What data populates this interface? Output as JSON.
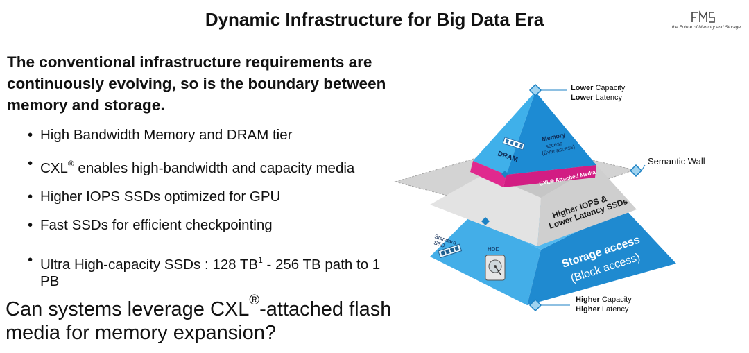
{
  "header": {
    "title": "Dynamic Infrastructure for Big Data Era",
    "logo_text": "the Future of Memory and Storage"
  },
  "intro": "The conventional infrastructure requirements are continuously evolving, so is the boundary between memory and storage.",
  "bullets": [
    {
      "text": "High Bandwidth Memory and DRAM tier"
    },
    {
      "pre": "CXL",
      "sup": "®",
      "post": " enables high-bandwidth and capacity media"
    },
    {
      "text": "Higher IOPS SSDs optimized for GPU"
    },
    {
      "text": "Fast SSDs for efficient checkpointing"
    },
    {
      "pre": "Ultra High-capacity SSDs : 128 TB",
      "sup": "1",
      "post": " - 256 TB path to 1 PB"
    }
  ],
  "question": {
    "pre": "Can systems leverage CXL",
    "sup": "®",
    "post": "-attached flash media for memory expansion?"
  },
  "pyramid": {
    "top_note": {
      "bold1": "Lower",
      "rest1": " Capacity",
      "bold2": "Lower",
      "rest2": " Latency"
    },
    "bottom_note": {
      "bold1": "Higher",
      "rest1": " Capacity",
      "bold2": "Higher",
      "rest2": " Latency"
    },
    "semantic_wall": "Semantic Wall",
    "dram": "DRAM",
    "memory_access": [
      "Memory",
      "access",
      "(Byte access)"
    ],
    "cxl_band": "CXL® Attached Media",
    "iops": [
      "Higher IOPS &",
      "Lower Latency SSDs"
    ],
    "standard_ssd": [
      "Standard",
      "SSD"
    ],
    "hdd": "HDD",
    "storage_access": [
      "Storage access",
      "(Block access)"
    ]
  },
  "colors": {
    "pyramid_blue": "#3aabe6",
    "pyramid_blue_dark": "#1d82c4",
    "cxl_magenta": "#e0298e",
    "wall_gray": "#cfcfcf",
    "tier_gray": "#dcdcdc"
  }
}
